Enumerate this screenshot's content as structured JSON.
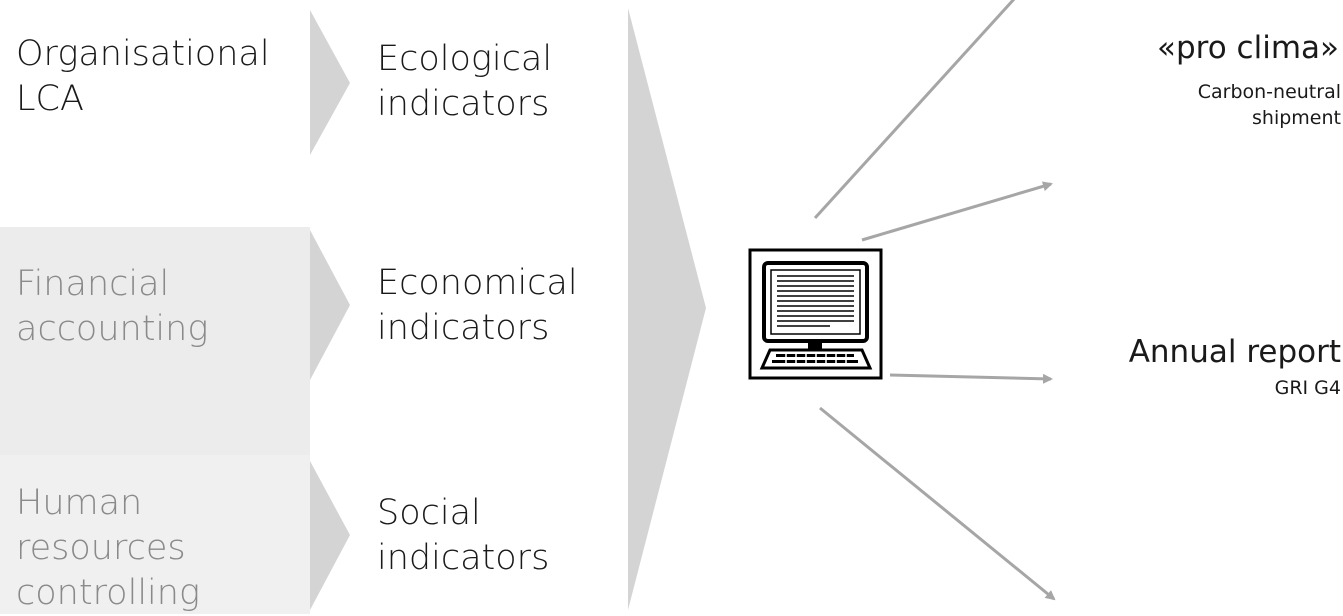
{
  "sources": [
    {
      "lines": [
        "Organisational",
        "LCA"
      ],
      "tone": "dark"
    },
    {
      "lines": [
        "Financial",
        "accounting"
      ],
      "tone": "grey"
    },
    {
      "lines": [
        "Human",
        "resources",
        "controlling"
      ],
      "tone": "grey"
    }
  ],
  "indicators": [
    {
      "lines": [
        "Ecological",
        "indicators"
      ]
    },
    {
      "lines": [
        "Economical",
        "indicators"
      ]
    },
    {
      "lines": [
        "Social",
        "indicators"
      ]
    }
  ],
  "central_node": {
    "icon": "computer-icon"
  },
  "outputs": [
    {
      "title": "«pro clima»",
      "subtitle_lines": [
        "Carbon-neutral",
        "shipment"
      ]
    },
    {
      "title": "Annual report",
      "subtitle_lines": [
        "GRI G4"
      ]
    }
  ],
  "colors": {
    "chevron": "#d4d4d4",
    "arrow": "#a6a6a6",
    "panel_light": "#ececec",
    "text_dark": "#1a1a1a",
    "text_grey": "#8a8a8a"
  }
}
